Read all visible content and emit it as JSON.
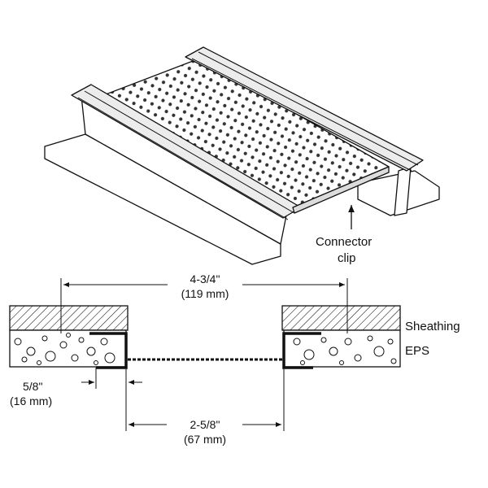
{
  "callouts": {
    "connector_clip_line1": "Connector",
    "connector_clip_line2": "clip",
    "sheathing": "Sheathing",
    "eps": "EPS"
  },
  "dimensions": {
    "overall_imperial": "4-3/4\"",
    "overall_metric": "(119 mm)",
    "flange_imperial": "5/8\"",
    "flange_metric": "(16 mm)",
    "gap_imperial": "2-5/8\"",
    "gap_metric": "(67 mm)"
  },
  "colors": {
    "line": "#111111",
    "plate": "#e8e8e8",
    "hole": "#333333",
    "background": "#ffffff"
  }
}
